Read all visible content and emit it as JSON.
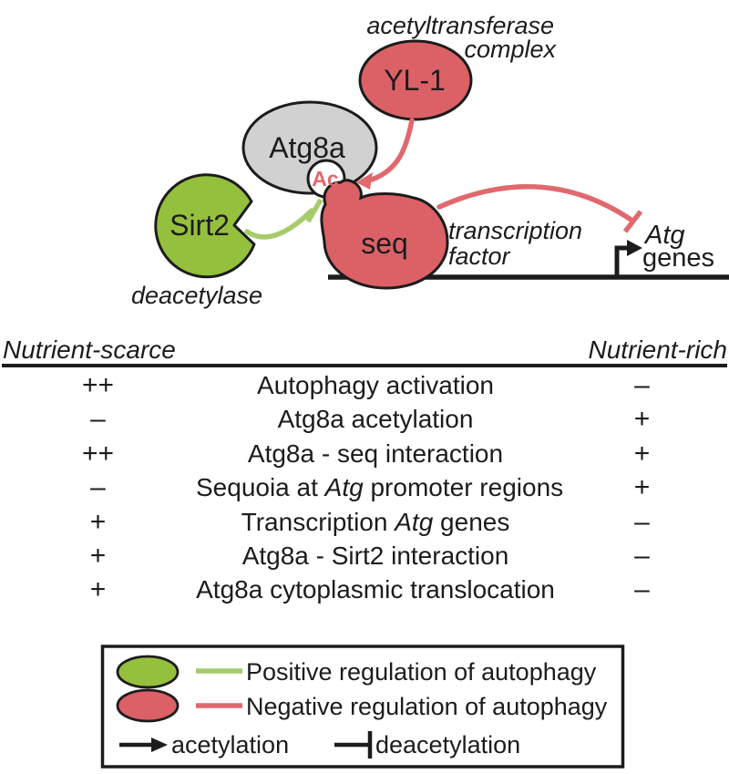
{
  "diagram": {
    "acetyl_line1": "acetyltransferase",
    "acetyl_line2": "complex",
    "node_yl1": "YL-1",
    "node_atg8a": "Atg8a",
    "node_sirt2": "Sirt2",
    "node_seq": "seq",
    "ac_label": "Ac",
    "label_deacetylase": "deacetylase",
    "transcription_line1": "transcription",
    "transcription_line2": "factor",
    "atg_genes_line1": "Atg",
    "atg_genes_line2": "genes"
  },
  "table": {
    "header_left": "Nutrient-scarce",
    "header_right": "Nutrient-rich",
    "rows": [
      {
        "scarce": "++",
        "pre": "Autophagy activation",
        "it": "",
        "post": "",
        "rich": "–"
      },
      {
        "scarce": "–",
        "pre": "Atg8a acetylation",
        "it": "",
        "post": "",
        "rich": "+"
      },
      {
        "scarce": "++",
        "pre": "Atg8a - seq interaction",
        "it": "",
        "post": "",
        "rich": "+"
      },
      {
        "scarce": "–",
        "pre": "Sequoia at ",
        "it": "Atg",
        "post": " promoter regions",
        "rich": "+"
      },
      {
        "scarce": "+",
        "pre": "Transcription ",
        "it": "Atg",
        "post": " genes",
        "rich": "–"
      },
      {
        "scarce": "+",
        "pre": "Atg8a - Sirt2 interaction",
        "it": "",
        "post": "",
        "rich": "–"
      },
      {
        "scarce": "+",
        "pre": "Atg8a cytoplasmic translocation",
        "it": "",
        "post": "",
        "rich": "–"
      }
    ]
  },
  "legend": {
    "positive": "Positive regulation of autophagy",
    "negative": "Negative regulation of autophagy",
    "acetylation": "acetylation",
    "deacetylation": "deacetylation"
  },
  "colors": {
    "red_fill": "#dc6167",
    "red_line": "#e0696e",
    "green_fill": "#95c03d",
    "green_line": "#a6cb6b",
    "gray_fill": "#d1d1d1",
    "ink": "#1c1c1c"
  }
}
